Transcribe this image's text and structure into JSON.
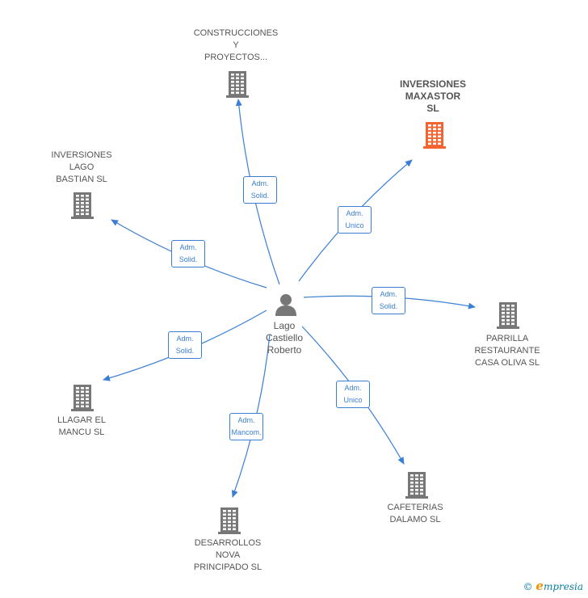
{
  "center": {
    "name": "Lago\nCastiello\nRoberto",
    "icon": "person-icon"
  },
  "companies": [
    {
      "id": "construcciones",
      "name": "CONSTRUCCIONES\nY\nPROYECTOS...",
      "role": "Adm.\nSolid.",
      "highlight": false
    },
    {
      "id": "maxastor",
      "name": "INVERSIONES\nMAXASTOR\nSL",
      "role": "Adm.\nUnico",
      "highlight": true
    },
    {
      "id": "lago-bastian",
      "name": "INVERSIONES\nLAGO\nBASTIAN  SL",
      "role": "Adm.\nSolid.",
      "highlight": false
    },
    {
      "id": "parrilla",
      "name": "PARRILLA\nRESTAURANTE\nCASA OLIVA  SL",
      "role": "Adm.\nSolid.",
      "highlight": false
    },
    {
      "id": "llagar",
      "name": "LLAGAR EL\nMANCU  SL",
      "role": "Adm.\nSolid.",
      "highlight": false
    },
    {
      "id": "cafeterias",
      "name": "CAFETERIAS\nDALAMO  SL",
      "role": "Adm.\nUnico",
      "highlight": false
    },
    {
      "id": "desarrollos",
      "name": "DESARROLLOS\nNOVA\nPRINCIPADO SL",
      "role": "Adm.\nMancom.",
      "highlight": false
    }
  ],
  "colors": {
    "edge": "#3b7fd4",
    "building": "#777777",
    "building_highlight": "#f26430"
  },
  "brand": {
    "symbol": "©",
    "name": "mpresia",
    "initial": "e"
  }
}
